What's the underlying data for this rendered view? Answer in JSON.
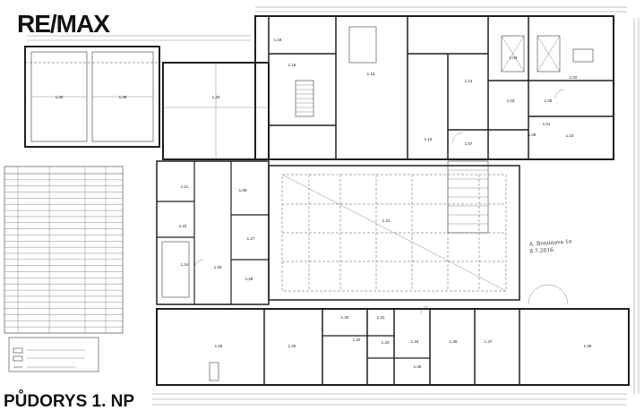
{
  "brand": {
    "logo": "RE/MAX"
  },
  "caption": "PŮDORYS 1. NP",
  "stamp": {
    "lines": [
      "A. Brezinova 1e",
      "8.7.2016"
    ]
  },
  "legend_table": {
    "title": "Tabulka místností",
    "rows_shown": 26
  },
  "legend_box": {
    "title": "LEGENDA MATERIÁLŮ"
  },
  "rooms": [
    {
      "id": "r140",
      "label": "1.40"
    },
    {
      "id": "r139",
      "label": "1.39"
    },
    {
      "id": "r120",
      "label": "1.20"
    },
    {
      "id": "r119",
      "label": "1.19"
    },
    {
      "id": "r118",
      "label": "1.18"
    },
    {
      "id": "r113",
      "label": "1.13"
    },
    {
      "id": "r116",
      "label": "1.16"
    },
    {
      "id": "r115",
      "label": "1.15"
    },
    {
      "id": "r107",
      "label": "1.07"
    },
    {
      "id": "r104",
      "label": "1.04"
    },
    {
      "id": "r102",
      "label": "1.02"
    },
    {
      "id": "r103",
      "label": "1.03"
    },
    {
      "id": "r105",
      "label": "1.05"
    },
    {
      "id": "r101",
      "label": "1.01"
    },
    {
      "id": "r110",
      "label": "1.10"
    },
    {
      "id": "r108",
      "label": "1.08"
    },
    {
      "id": "r121",
      "label": "1.21"
    },
    {
      "id": "r109",
      "label": "1.09"
    },
    {
      "id": "r123",
      "label": "1.23"
    },
    {
      "id": "r127",
      "label": "1.27"
    },
    {
      "id": "r141",
      "label": "1.41"
    },
    {
      "id": "r124",
      "label": "1.24"
    },
    {
      "id": "r125",
      "label": "1.25"
    },
    {
      "id": "r128",
      "label": "1.28"
    },
    {
      "id": "r126",
      "label": "1.26"
    },
    {
      "id": "r129",
      "label": "1.29"
    },
    {
      "id": "r130",
      "label": "1.30"
    },
    {
      "id": "r131",
      "label": "1.31"
    },
    {
      "id": "r132",
      "label": "1.32"
    },
    {
      "id": "r133",
      "label": "1.33"
    },
    {
      "id": "r134",
      "label": "1.34"
    },
    {
      "id": "r135",
      "label": "1.35"
    },
    {
      "id": "r136",
      "label": "1.36"
    },
    {
      "id": "r137",
      "label": "1.37"
    },
    {
      "id": "r138",
      "label": "1.38"
    }
  ]
}
